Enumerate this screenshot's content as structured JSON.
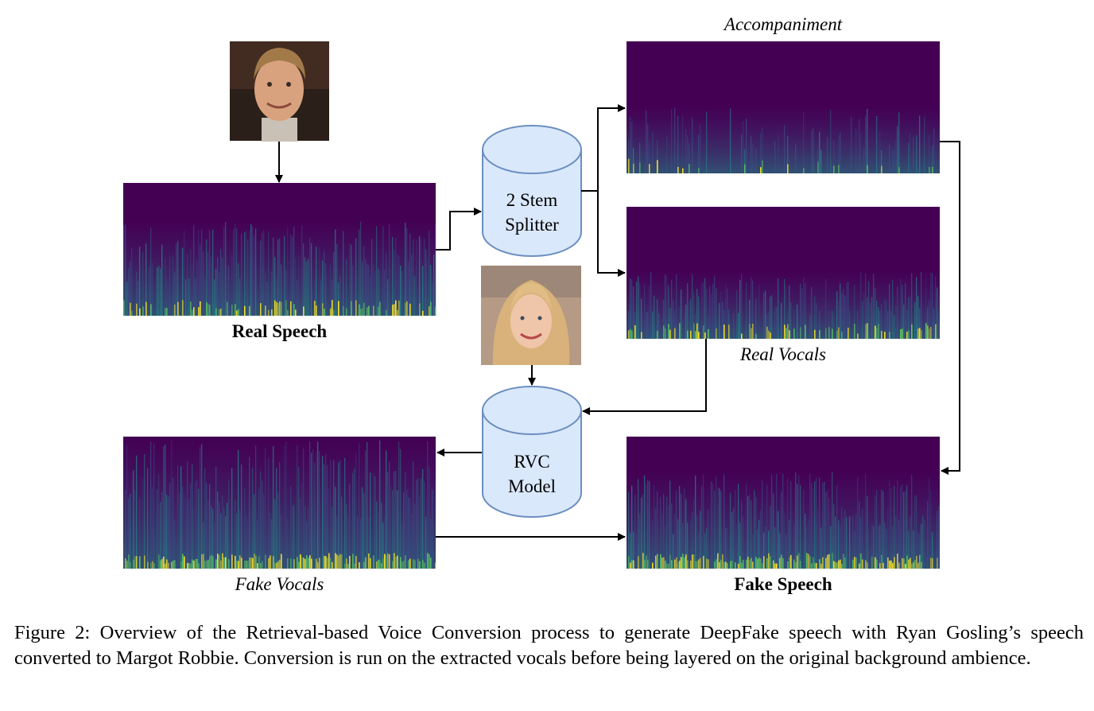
{
  "labels": {
    "real_speech": "Real Speech",
    "accompaniment": "Accompaniment",
    "real_vocals": "Real Vocals",
    "fake_vocals": "Fake Vocals",
    "fake_speech": "Fake Speech"
  },
  "cylinders": {
    "splitter_line1": "2 Stem",
    "splitter_line2": "Splitter",
    "rvc_line1": "RVC",
    "rvc_line2": "Model"
  },
  "photos": {
    "source_speaker": "male-portrait-photo",
    "target_speaker": "female-portrait-photo"
  },
  "colors": {
    "spectrogram_bg": "#440154",
    "spectrogram_low": "#3b528b",
    "spectrogram_mid": "#21918c",
    "spectrogram_high": "#5ec962",
    "spectrogram_peak": "#fde725",
    "cylinder_fill": "#dae8fc",
    "cylinder_stroke": "#6c8ebf"
  },
  "caption": "Figure 2: Overview of the Retrieval-based Voice Conversion process to generate DeepFake speech with Ryan Gosling’s speech converted to Margot Robbie. Conversion is run on the extracted vocals before being layered on the original background ambience."
}
